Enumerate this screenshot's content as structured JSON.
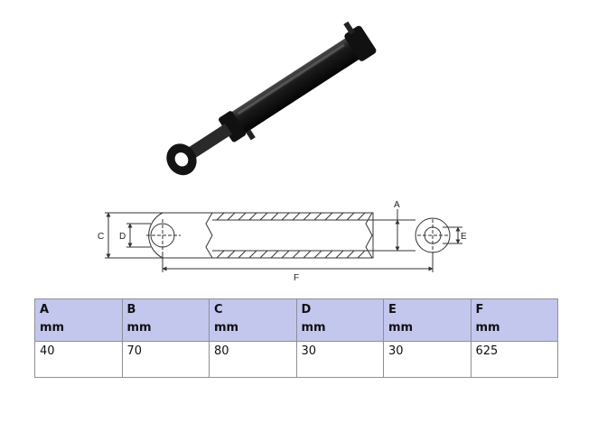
{
  "diagram": {
    "labels": {
      "A": "A",
      "C": "C",
      "D": "D",
      "E": "E",
      "F": "F"
    }
  },
  "table": {
    "columns": [
      {
        "letter": "A",
        "unit": "mm"
      },
      {
        "letter": "B",
        "unit": "mm"
      },
      {
        "letter": "C",
        "unit": "mm"
      },
      {
        "letter": "D",
        "unit": "mm"
      },
      {
        "letter": "E",
        "unit": "mm"
      },
      {
        "letter": "F",
        "unit": "mm"
      }
    ],
    "rows": [
      [
        "40",
        "70",
        "80",
        "30",
        "30",
        "625"
      ]
    ]
  },
  "colors": {
    "header_bg": "#c3c7ee",
    "border": "#8f8f95",
    "cylinder": "#141414"
  }
}
